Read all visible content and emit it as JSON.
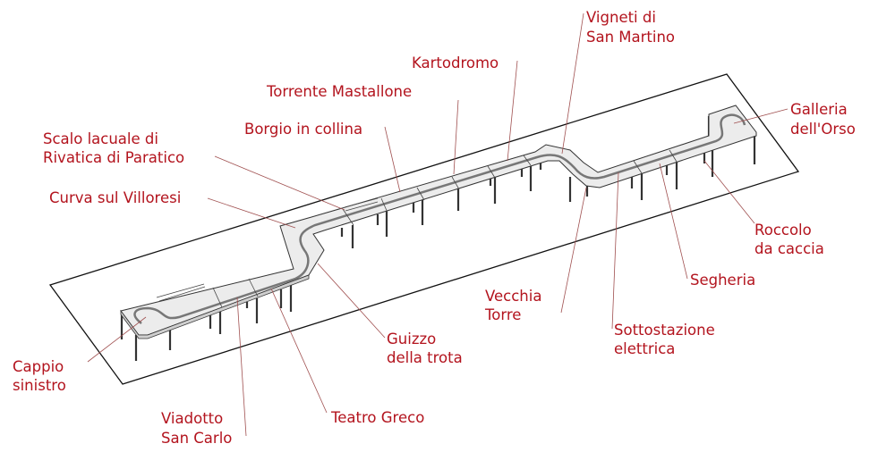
{
  "title": "Layout plastico ferroviario",
  "label_color": "#b3141e",
  "labels": {
    "vigneti": [
      "Vigneti di",
      "San Martino"
    ],
    "kartodromo": [
      "Kartodromo"
    ],
    "torrente": [
      "Torrente Mastallone"
    ],
    "borgio": [
      "Borgio in collina"
    ],
    "scalo": [
      "Scalo lacuale di",
      "Rivatica di Paratico"
    ],
    "curva": [
      "Curva sul Villoresi"
    ],
    "galleria": [
      "Galleria",
      "dell'Orso"
    ],
    "roccolo": [
      "Roccolo",
      "da caccia"
    ],
    "segheria": [
      "Segheria"
    ],
    "vecchia": [
      "Vecchia",
      "Torre"
    ],
    "sottostazione": [
      "Sottostazione",
      "elettrica"
    ],
    "guizzo": [
      "Guizzo",
      "della trota"
    ],
    "cappio": [
      "Cappio",
      "sinistro"
    ],
    "viadotto": [
      "Viadotto",
      "San Carlo"
    ],
    "teatro": [
      "Teatro Greco"
    ]
  }
}
